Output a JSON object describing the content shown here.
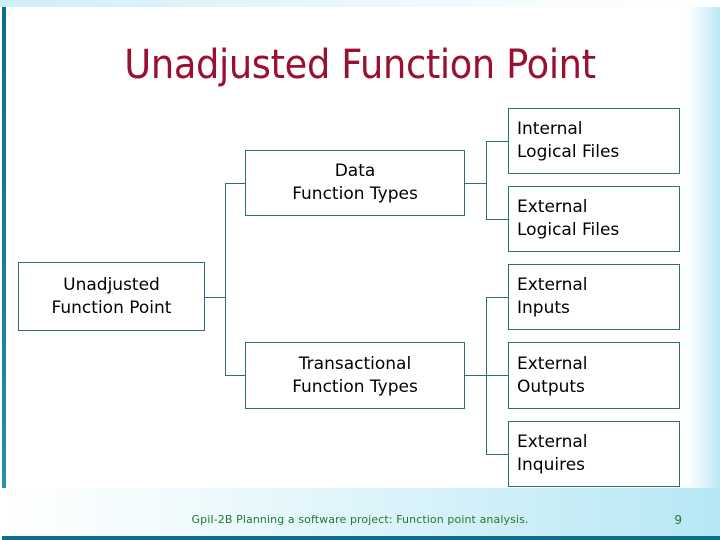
{
  "slide": {
    "title": "Unadjusted Function Point",
    "colors": {
      "title": "#9b1030",
      "box_border": "#2e6f75",
      "connector": "#2e6f75",
      "footer_text": "#227a2e",
      "left_bar": "#0e6f8a",
      "accent_wash": "#b6e7f4"
    }
  },
  "diagram": {
    "root": {
      "line1": "Unadjusted",
      "line2": "Function Point"
    },
    "branches": [
      {
        "line1": "Data",
        "line2": "Function Types"
      },
      {
        "line1": "Transactional",
        "line2": "Function Types"
      }
    ],
    "leaves": [
      {
        "line1": "Internal",
        "line2": "Logical Files"
      },
      {
        "line1": "External",
        "line2": "Logical Files"
      },
      {
        "line1": "External",
        "line2": "Inputs"
      },
      {
        "line1": "External",
        "line2": "Outputs"
      },
      {
        "line1": "External",
        "line2": "Inquires"
      }
    ]
  },
  "footer": {
    "text": "GpiI-2B Planning a software project: Function point analysis.",
    "page_number": "9"
  }
}
